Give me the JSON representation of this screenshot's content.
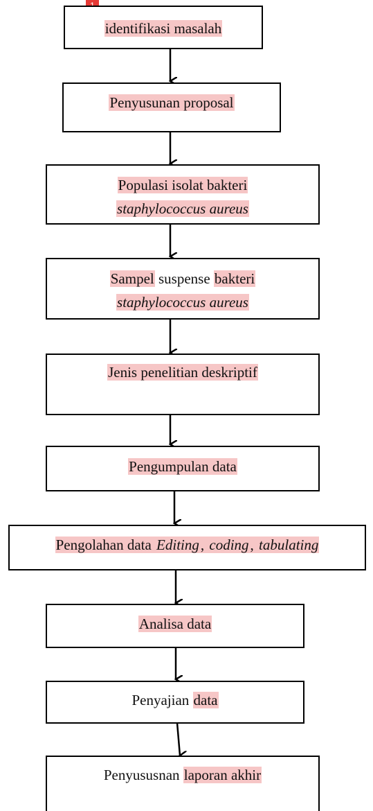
{
  "badge": "1",
  "steps": {
    "s1": {
      "a": "identifikasi masalah"
    },
    "s2": {
      "a": "Penyusunan proposal"
    },
    "s3": {
      "a": "Populasi isolat bakteri",
      "b": "staphylococcus aureus"
    },
    "s4": {
      "a": "Sampel",
      "b": " suspense ",
      "c": "bakteri",
      "d": "staphylococcus aureus"
    },
    "s5": {
      "a": "Jenis penelitian deskriptif"
    },
    "s6": {
      "a": "Pengumpulan data"
    },
    "s7": {
      "a": "Pengolahan data ",
      "b": "Editing",
      "c": ", ",
      "d": "coding",
      "e": ", ",
      "f": "tabulating"
    },
    "s8": {
      "a": "Analisa data"
    },
    "s9": {
      "a": "Penyajian ",
      "b": "data"
    },
    "s10": {
      "a": "Penyususnan ",
      "b": "laporan akhir"
    }
  }
}
